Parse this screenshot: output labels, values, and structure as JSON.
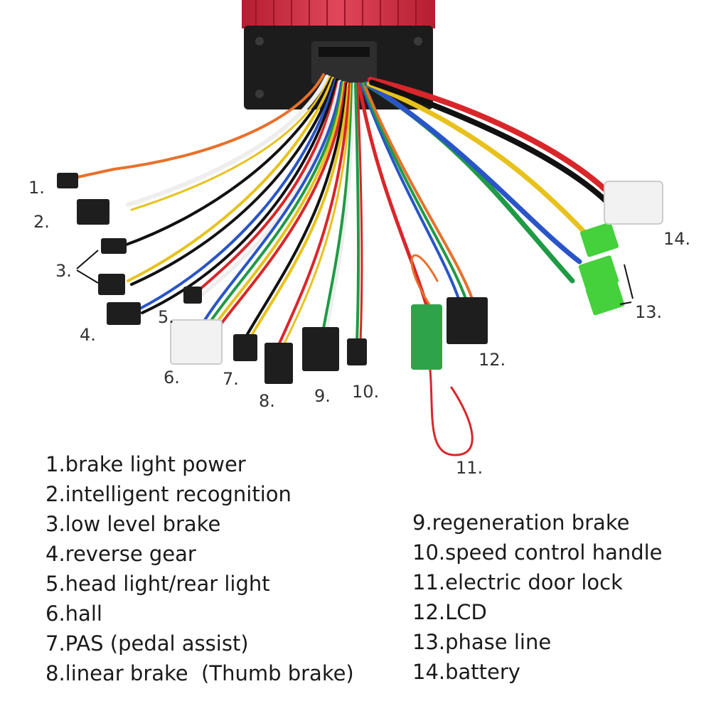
{
  "callouts": {
    "c1": "1.",
    "c2": "2.",
    "c3": "3.",
    "c4": "4.",
    "c5": "5.",
    "c6": "6.",
    "c7": "7.",
    "c8": "8.",
    "c9": "9.",
    "c10": "10.",
    "c11": "11.",
    "c12": "12.",
    "c13": "13.",
    "c14": "14."
  },
  "legend": {
    "left": [
      "1.brake light power",
      "2.intelligent recognition",
      "3.low level brake",
      "4.reverse gear",
      "5.head light/rear light",
      "6.hall",
      "7.PAS (pedal assist)",
      "8.linear brake  (Thumb brake)"
    ],
    "right": [
      "9.regeneration brake",
      "10.speed control handle",
      "11.electric door lock",
      "12.LCD",
      "13.phase line",
      "14.battery"
    ]
  },
  "colors": {
    "controller_red": "#c8283a",
    "panel_black": "#1c1c1c",
    "connector_black": "#1e1e1e",
    "connector_white": "#f2f2f2",
    "phase_green": "#44d13c",
    "lock_green": "#2fa34a",
    "wire_red": "#d9262b",
    "wire_yellow": "#e8c21c",
    "wire_green": "#1f9a45",
    "wire_blue": "#2a55c8",
    "wire_black": "#111111",
    "wire_orange": "#e8702a",
    "wire_white": "#eeeeee"
  }
}
